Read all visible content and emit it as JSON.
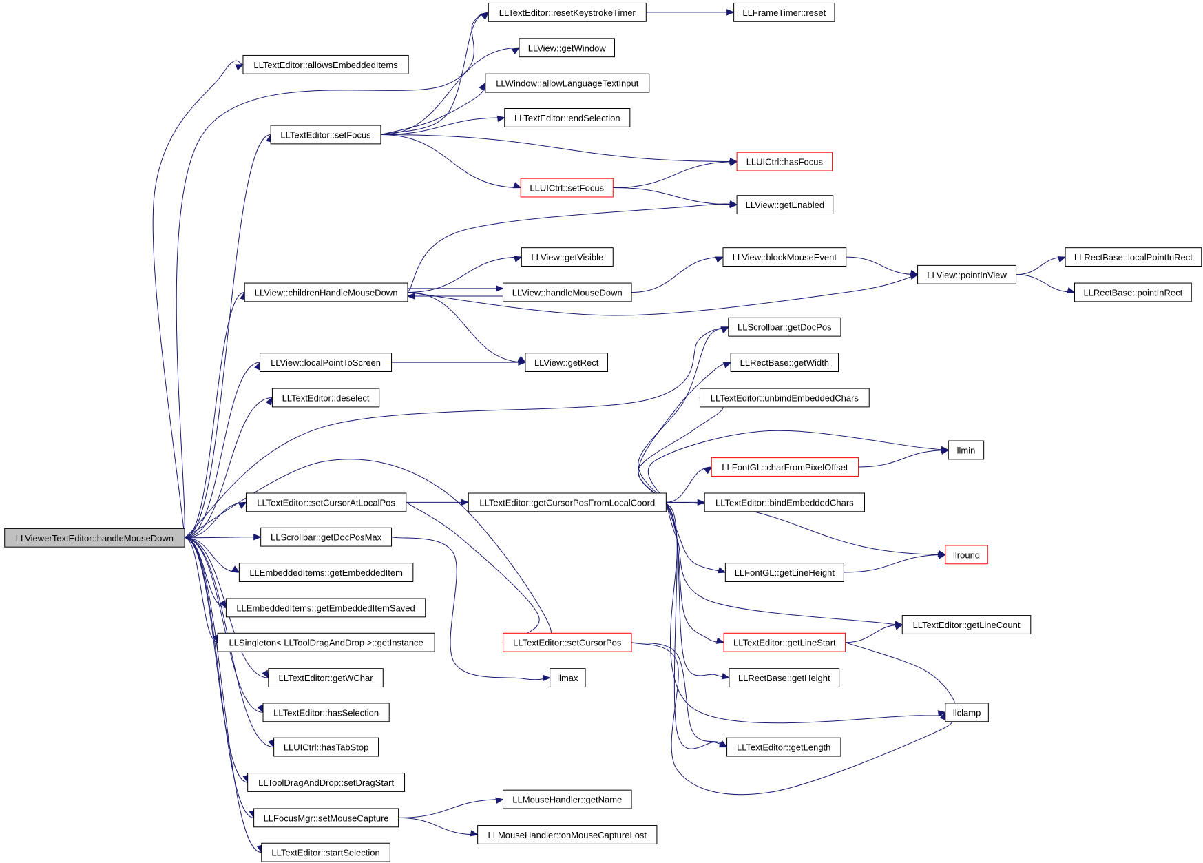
{
  "diagram": {
    "colors": {
      "edge": "#191970",
      "root_fill": "#c0c0c0",
      "node_border": "#000000",
      "highlight_border": "#ff0000"
    },
    "nodes": [
      {
        "id": "n0",
        "label": "LLViewerTextEditor::handleMouseDown",
        "root": true
      },
      {
        "id": "n1",
        "label": "LLTextEditor::allowsEmbeddedItems"
      },
      {
        "id": "n2",
        "label": "LLTextEditor::setFocus"
      },
      {
        "id": "n3",
        "label": "LLView::childrenHandleMouseDown"
      },
      {
        "id": "n4",
        "label": "LLView::localPointToScreen"
      },
      {
        "id": "n5",
        "label": "LLTextEditor::deselect"
      },
      {
        "id": "n6",
        "label": "LLTextEditor::setCursorAtLocalPos"
      },
      {
        "id": "n7",
        "label": "LLScrollbar::getDocPosMax"
      },
      {
        "id": "n8",
        "label": "LLEmbeddedItems::getEmbeddedItem"
      },
      {
        "id": "n9",
        "label": "LLEmbeddedItems::getEmbeddedItemSaved"
      },
      {
        "id": "n10",
        "label": "LLSingleton< LLToolDragAndDrop >::getInstance"
      },
      {
        "id": "n11",
        "label": "LLTextEditor::getWChar"
      },
      {
        "id": "n12",
        "label": "LLTextEditor::hasSelection"
      },
      {
        "id": "n13",
        "label": "LLUICtrl::hasTabStop"
      },
      {
        "id": "n14",
        "label": "LLToolDragAndDrop::setDragStart"
      },
      {
        "id": "n15",
        "label": "LLFocusMgr::setMouseCapture"
      },
      {
        "id": "n16",
        "label": "LLTextEditor::startSelection"
      },
      {
        "id": "n17",
        "label": "LLTextEditor::resetKeystrokeTimer"
      },
      {
        "id": "n18",
        "label": "LLView::getWindow"
      },
      {
        "id": "n19",
        "label": "LLWindow::allowLanguageTextInput"
      },
      {
        "id": "n20",
        "label": "LLTextEditor::endSelection"
      },
      {
        "id": "n21",
        "label": "LLUICtrl::setFocus",
        "red": true
      },
      {
        "id": "n22",
        "label": "LLView::getVisible"
      },
      {
        "id": "n23",
        "label": "LLView::handleMouseDown"
      },
      {
        "id": "n24",
        "label": "LLView::getRect"
      },
      {
        "id": "n25",
        "label": "LLTextEditor::getCursorPosFromLocalCoord"
      },
      {
        "id": "n26",
        "label": "LLTextEditor::setCursorPos",
        "red": true
      },
      {
        "id": "n27",
        "label": "llmax"
      },
      {
        "id": "n28",
        "label": "LLMouseHandler::getName"
      },
      {
        "id": "n29",
        "label": "LLMouseHandler::onMouseCaptureLost"
      },
      {
        "id": "n30",
        "label": "LLFrameTimer::reset"
      },
      {
        "id": "n31",
        "label": "LLUICtrl::hasFocus",
        "red": true
      },
      {
        "id": "n32",
        "label": "LLView::getEnabled"
      },
      {
        "id": "n33",
        "label": "LLView::blockMouseEvent"
      },
      {
        "id": "n34",
        "label": "LLScrollbar::getDocPos"
      },
      {
        "id": "n35",
        "label": "LLRectBase::getWidth"
      },
      {
        "id": "n36",
        "label": "LLTextEditor::unbindEmbeddedChars"
      },
      {
        "id": "n37",
        "label": "LLFontGL::charFromPixelOffset",
        "red": true
      },
      {
        "id": "n38",
        "label": "LLTextEditor::bindEmbeddedChars"
      },
      {
        "id": "n39",
        "label": "LLFontGL::getLineHeight"
      },
      {
        "id": "n40",
        "label": "LLTextEditor::getLineStart",
        "red": true
      },
      {
        "id": "n41",
        "label": "LLRectBase::getHeight"
      },
      {
        "id": "n42",
        "label": "LLTextEditor::getLength"
      },
      {
        "id": "n43",
        "label": "LLView::pointInView"
      },
      {
        "id": "n44",
        "label": "llmin"
      },
      {
        "id": "n45",
        "label": "llround",
        "red": true
      },
      {
        "id": "n46",
        "label": "LLTextEditor::getLineCount"
      },
      {
        "id": "n47",
        "label": "llclamp"
      },
      {
        "id": "n48",
        "label": "LLRectBase::localPointInRect"
      },
      {
        "id": "n49",
        "label": "LLRectBase::pointInRect"
      }
    ],
    "edges": [
      [
        "n0",
        "n1"
      ],
      [
        "n0",
        "n2"
      ],
      [
        "n0",
        "n3"
      ],
      [
        "n0",
        "n4"
      ],
      [
        "n0",
        "n5"
      ],
      [
        "n0",
        "n6"
      ],
      [
        "n0",
        "n7"
      ],
      [
        "n0",
        "n8"
      ],
      [
        "n0",
        "n9"
      ],
      [
        "n0",
        "n10"
      ],
      [
        "n0",
        "n11"
      ],
      [
        "n0",
        "n12"
      ],
      [
        "n0",
        "n13"
      ],
      [
        "n0",
        "n14"
      ],
      [
        "n0",
        "n15"
      ],
      [
        "n0",
        "n16"
      ],
      [
        "n0",
        "n17"
      ],
      [
        "n0",
        "n34"
      ],
      [
        "n0",
        "n26"
      ],
      [
        "n2",
        "n17"
      ],
      [
        "n2",
        "n18"
      ],
      [
        "n2",
        "n19"
      ],
      [
        "n2",
        "n20"
      ],
      [
        "n2",
        "n31"
      ],
      [
        "n2",
        "n21"
      ],
      [
        "n21",
        "n31"
      ],
      [
        "n21",
        "n32"
      ],
      [
        "n17",
        "n30"
      ],
      [
        "n3",
        "n32"
      ],
      [
        "n3",
        "n22"
      ],
      [
        "n3",
        "n23"
      ],
      [
        "n3",
        "n43"
      ],
      [
        "n3",
        "n24"
      ],
      [
        "n23",
        "n3"
      ],
      [
        "n23",
        "n33"
      ],
      [
        "n33",
        "n43"
      ],
      [
        "n43",
        "n48"
      ],
      [
        "n43",
        "n49"
      ],
      [
        "n4",
        "n24"
      ],
      [
        "n6",
        "n25"
      ],
      [
        "n6",
        "n26"
      ],
      [
        "n7",
        "n27"
      ],
      [
        "n25",
        "n34"
      ],
      [
        "n25",
        "n35"
      ],
      [
        "n25",
        "n36"
      ],
      [
        "n25",
        "n44"
      ],
      [
        "n25",
        "n37"
      ],
      [
        "n25",
        "n38"
      ],
      [
        "n25",
        "n45"
      ],
      [
        "n25",
        "n39"
      ],
      [
        "n25",
        "n46"
      ],
      [
        "n25",
        "n40"
      ],
      [
        "n25",
        "n41"
      ],
      [
        "n25",
        "n47"
      ],
      [
        "n25",
        "n42"
      ],
      [
        "n37",
        "n44"
      ],
      [
        "n39",
        "n45"
      ],
      [
        "n40",
        "n46"
      ],
      [
        "n40",
        "n47"
      ],
      [
        "n26",
        "n42"
      ],
      [
        "n26",
        "n47"
      ],
      [
        "n15",
        "n28"
      ],
      [
        "n15",
        "n29"
      ]
    ]
  }
}
